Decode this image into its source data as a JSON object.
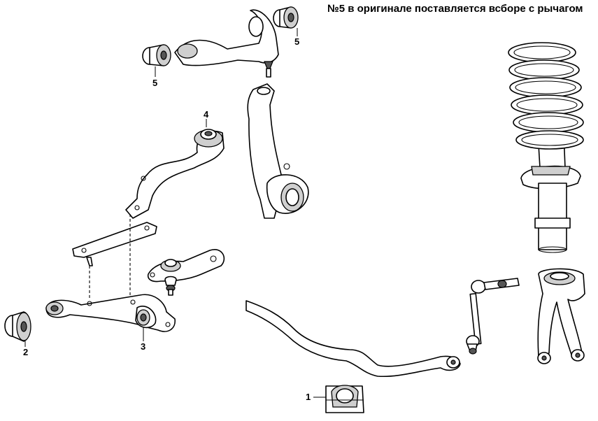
{
  "note": "№5 в оригинале поставляется всборе с рычагом",
  "callouts": {
    "c1": "1",
    "c2": "2",
    "c3": "3",
    "c4": "4",
    "c5a": "5",
    "c5b": "5"
  }
}
